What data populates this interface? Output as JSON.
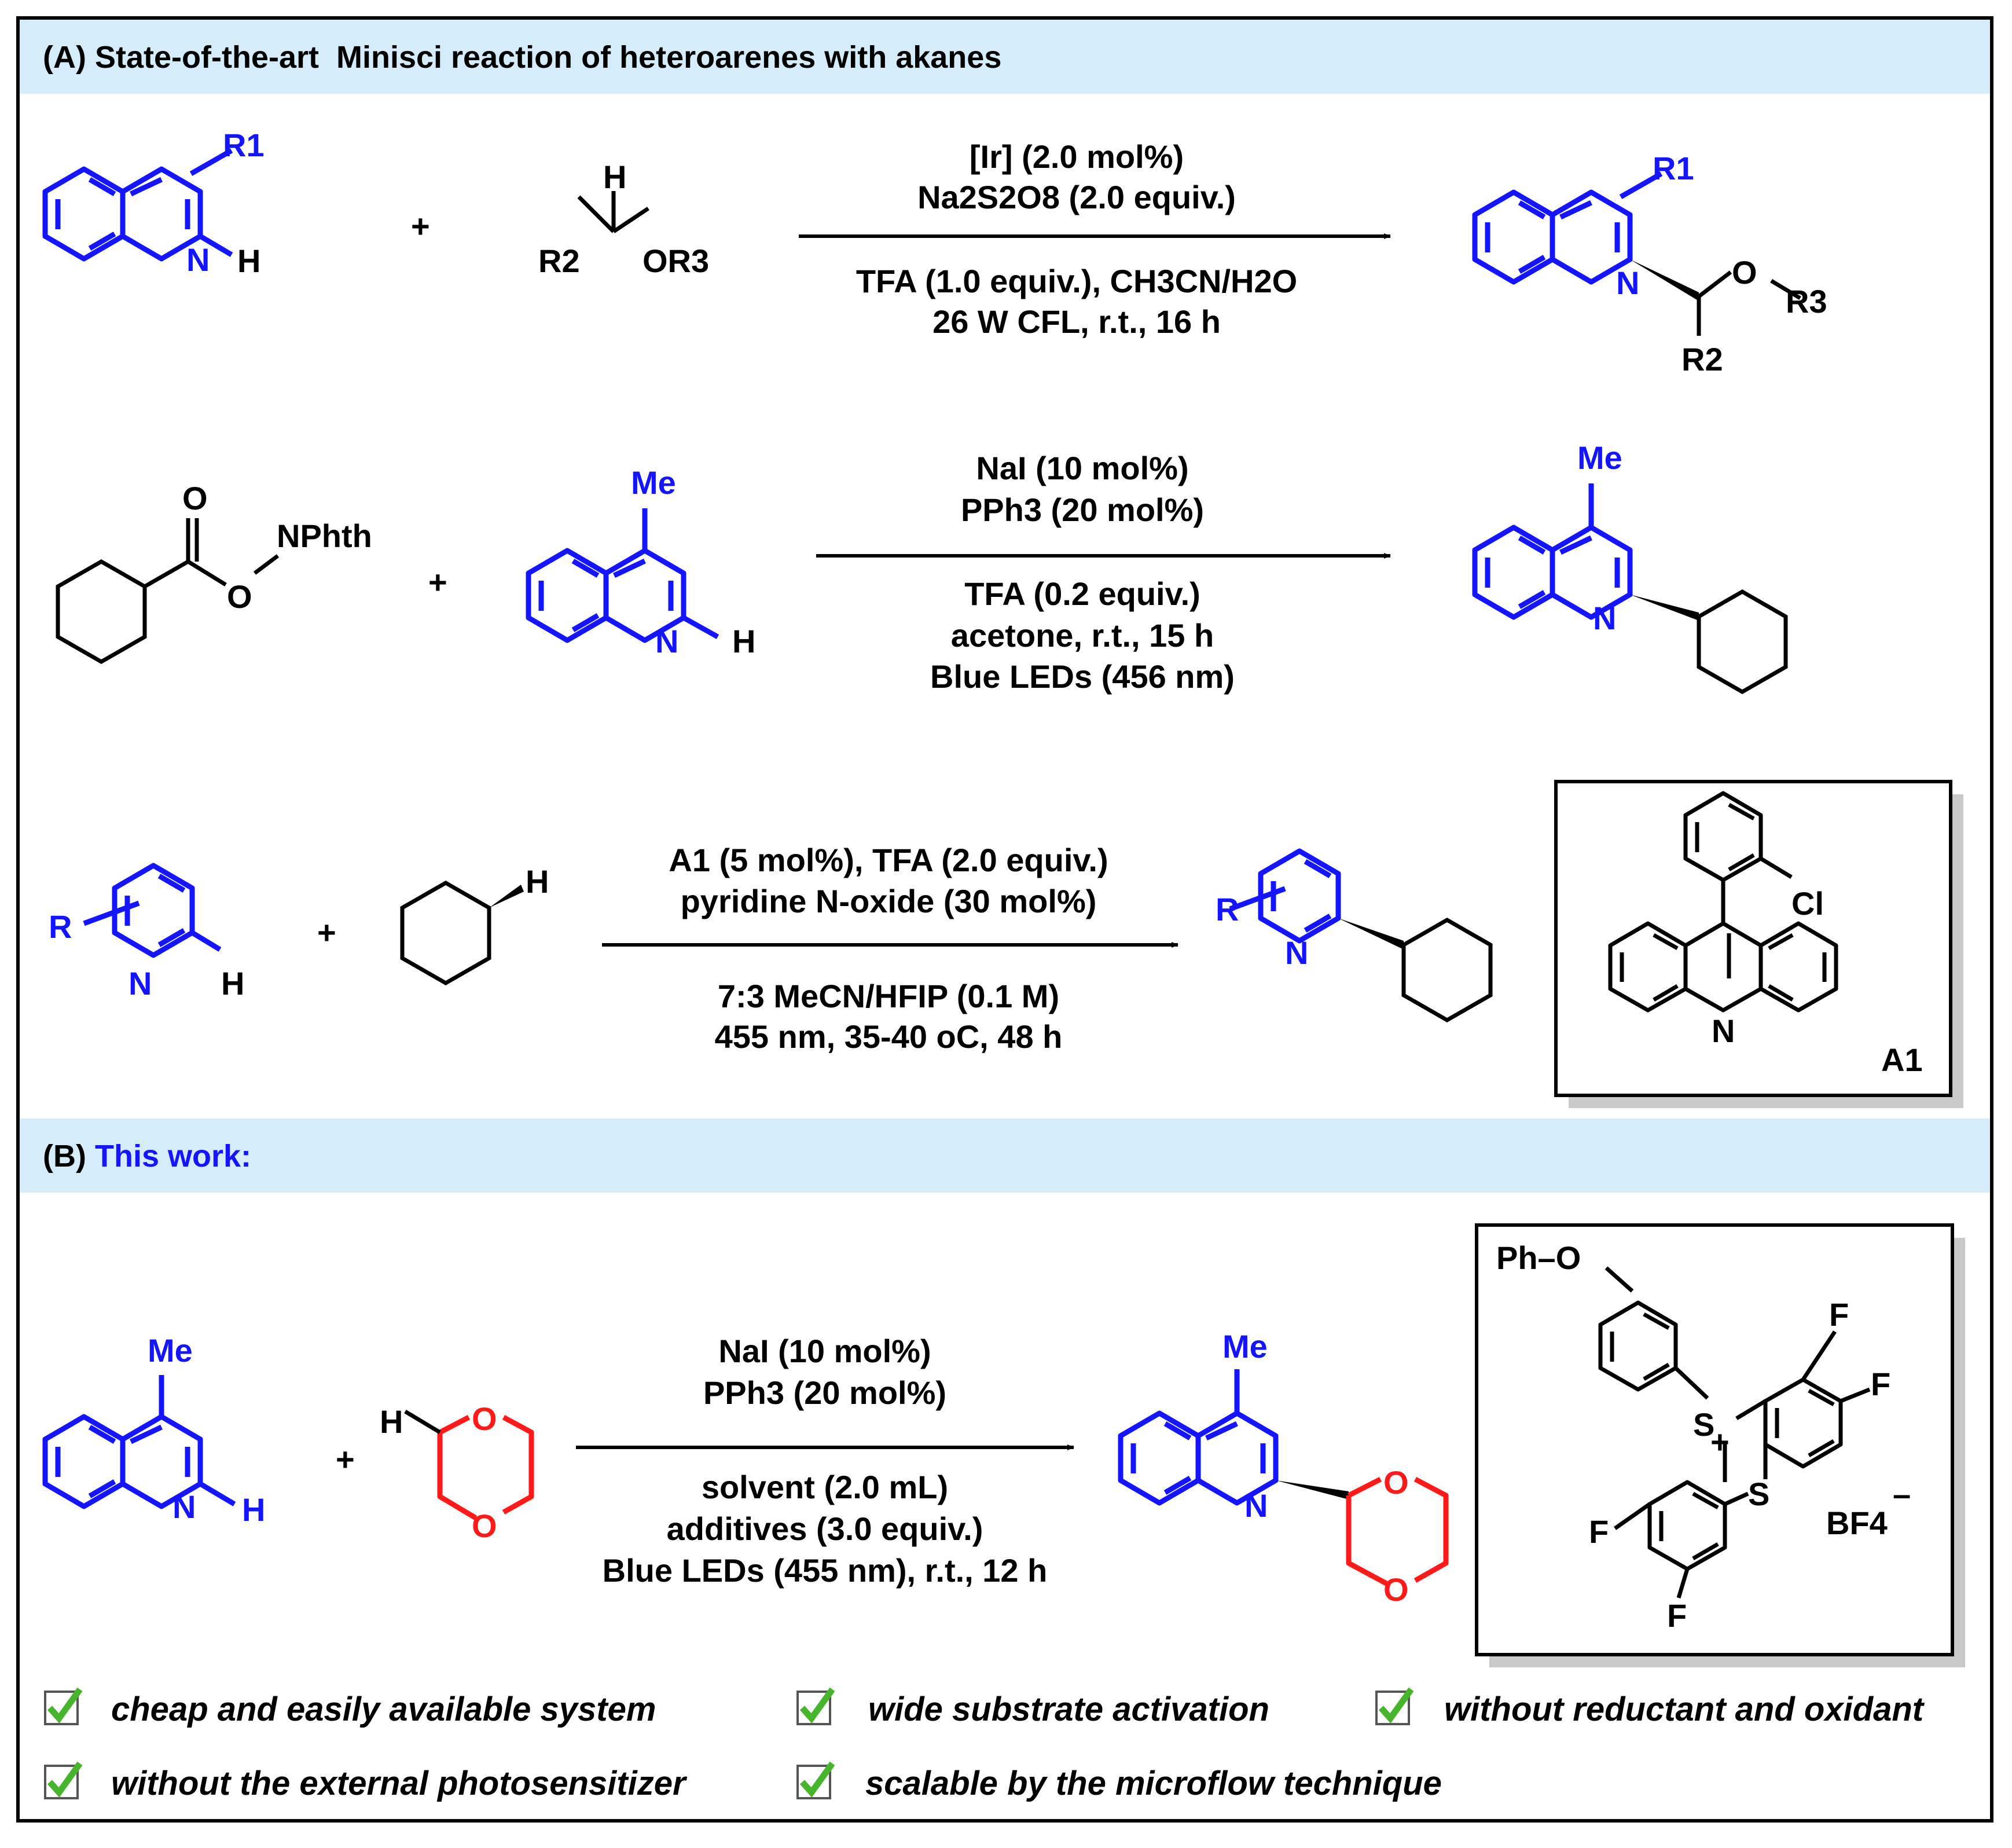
{
  "section_a": {
    "label": "(A)",
    "title": "State-of-the-art  Minisci reaction of heteroarenes with akanes"
  },
  "section_b": {
    "label": "(B)",
    "title": "This work:"
  },
  "colors": {
    "band": "#d5ecfa",
    "heteroarene": "#1414ff",
    "dioxane": "#ff1a1a",
    "check": "#46b52b"
  },
  "reaction1": {
    "conditions_top": [
      "[Ir] (2.0 mol%)",
      "Na2S2O8 (2.0 equiv.)"
    ],
    "conditions_bottom": [
      "TFA (1.0 equiv.), CH3CN/H2O",
      "26 W CFL, r.t., 16 h"
    ],
    "atoms": {
      "N": "N",
      "H": "H",
      "R1": "R1",
      "R2": "R2",
      "OR3": "OR3",
      "O": "O",
      "R3": "R3",
      "plus": "+"
    }
  },
  "reaction2": {
    "conditions_top": [
      "NaI (10 mol%)",
      "PPh3 (20 mol%)"
    ],
    "conditions_bottom": [
      "TFA (0.2 equiv.)",
      "acetone, r.t., 15 h",
      "Blue LEDs (456 nm)"
    ],
    "atoms": {
      "O": "O",
      "NPhth": "NPhth",
      "Me": "Me",
      "N": "N",
      "H": "H",
      "plus": "+"
    }
  },
  "reaction3": {
    "conditions_top": [
      "A1 (5 mol%), TFA (2.0 equiv.)",
      "pyridine N-oxide (30 mol%)"
    ],
    "conditions_bottom": [
      "7:3 MeCN/HFIP (0.1 M)",
      "455 nm, 35-40 oC, 48 h"
    ],
    "atoms": {
      "R": "R",
      "N": "N",
      "H": "H",
      "plus": "+"
    },
    "catalyst": {
      "label": "A1",
      "Cl": "Cl",
      "N": "N"
    }
  },
  "reaction4": {
    "conditions_top": [
      "NaI (10 mol%)",
      "PPh3 (20 mol%)"
    ],
    "conditions_bottom": [
      "solvent (2.0 mL)",
      "additives (3.0 equiv.)",
      "Blue LEDs (455 nm), r.t., 12 h"
    ],
    "atoms": {
      "Me": "Me",
      "N": "N",
      "H": "H",
      "O": "O",
      "plus": "+"
    },
    "catalyst": {
      "PhO": "Ph–O",
      "S_plus": "S",
      "charge_plus": "+",
      "S": "S",
      "F": "F",
      "BF4": "BF4",
      "charge_minus": "–"
    }
  },
  "features": [
    "cheap and easily available system",
    "wide substrate activation",
    "without reductant and oxidant",
    "without the external photosensitizer",
    "scalable by the microflow technique"
  ]
}
